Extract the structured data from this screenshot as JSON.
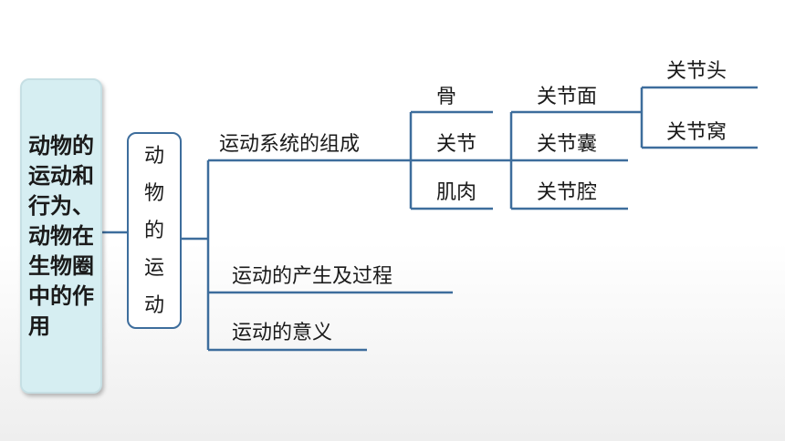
{
  "root": {
    "label": "动物的运动和行为、动物在生物圈中的作用"
  },
  "sub": {
    "label": "动物的运动"
  },
  "branches": {
    "composition": "运动系统的组成",
    "process": "运动的产生及过程",
    "significance": "运动的意义"
  },
  "components": {
    "bone": "骨",
    "joint": "关节",
    "muscle": "肌肉"
  },
  "joint_parts": {
    "surface": "关节面",
    "capsule": "关节囊",
    "cavity": "关节腔"
  },
  "surface_parts": {
    "head": "关节头",
    "socket": "关节窝"
  },
  "colors": {
    "line": "#3d6d9c",
    "root_fill": "#d6eef2"
  }
}
